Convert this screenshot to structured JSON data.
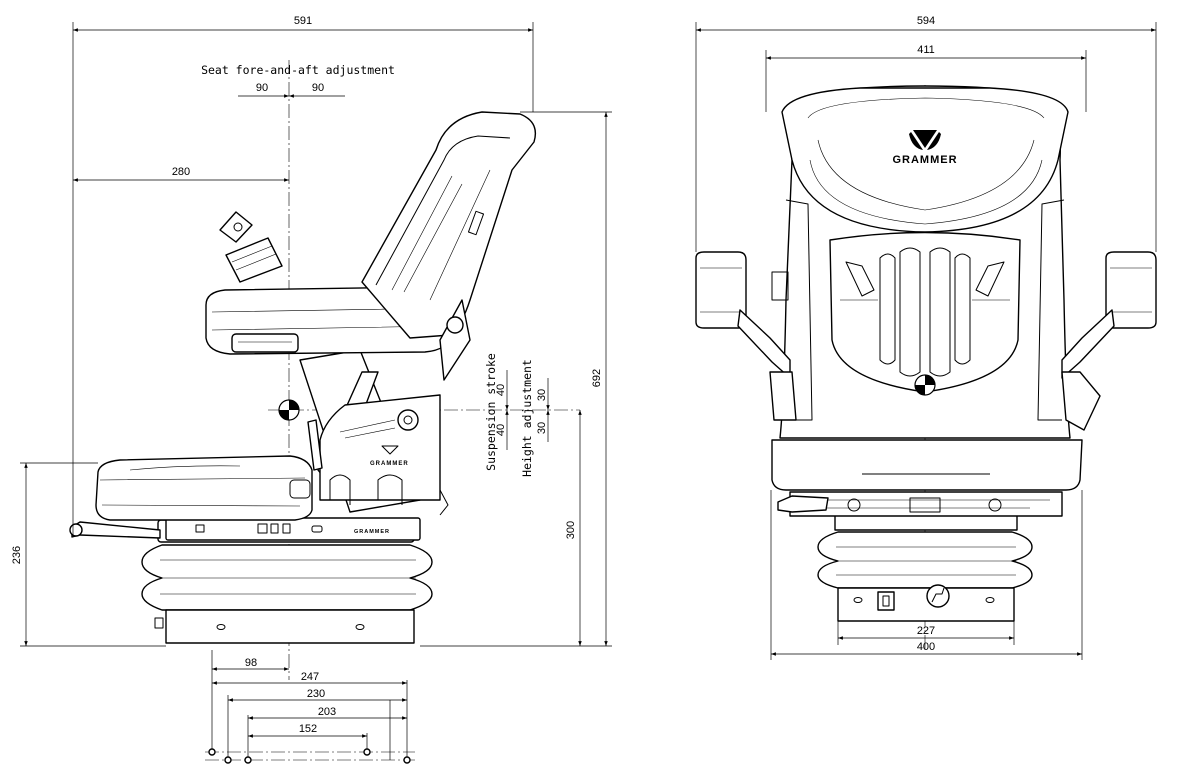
{
  "side_view": {
    "dims": {
      "overall_length": "591",
      "fore_aft_label": "Seat fore-and-aft adjustment",
      "fore_aft_back": "90",
      "fore_aft_front": "90",
      "seat_to_center": "280",
      "overall_height": "692",
      "base_height": "300",
      "front_height": "236",
      "suspension_label": "Suspension stroke",
      "suspension_up": "40",
      "suspension_down": "40",
      "height_label": "Height adjustment",
      "height_up": "30",
      "height_down": "30",
      "offset_98": "98",
      "holes_247": "247",
      "holes_230": "230",
      "holes_203": "203",
      "holes_152": "152"
    },
    "brand_backrest_side": "GRAMMER",
    "brand_base_plate": "GRAMMER"
  },
  "front_view": {
    "dims": {
      "overall_width": "594",
      "backrest_width": "411",
      "base_width_inner": "227",
      "base_width_outer": "400"
    },
    "brand": "GRAMMER"
  }
}
